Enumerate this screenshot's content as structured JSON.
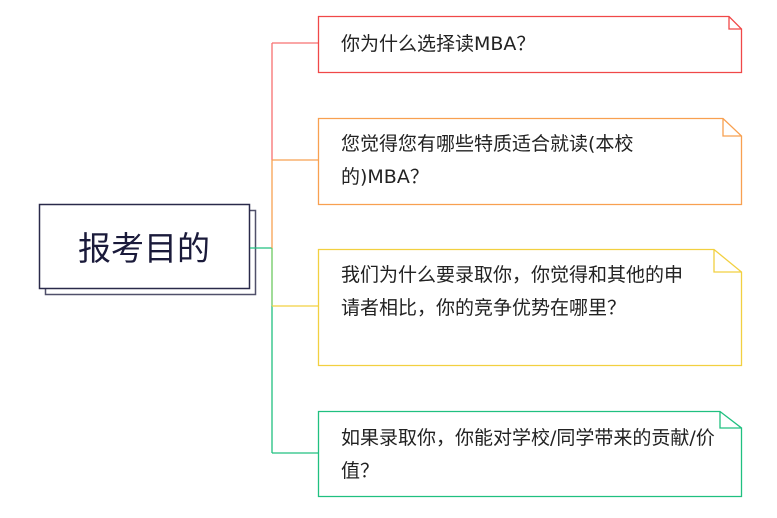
{
  "root": {
    "label": "报考目的",
    "color": "#2a2a4a"
  },
  "branches": [
    {
      "label": "你为什么选择读MBA？",
      "color": "#f04848"
    },
    {
      "label": "您觉得您有哪些特质适合就读(本校的)MBA？",
      "color": "#f8a050"
    },
    {
      "label": "我们为什么要录取你，你觉得和其他的申请者相比，你的竞争优势在哪里？",
      "color": "#f2d040"
    },
    {
      "label": "如果录取你，你能对学校/同学带来的贡献/价值？",
      "color": "#20c080"
    }
  ]
}
